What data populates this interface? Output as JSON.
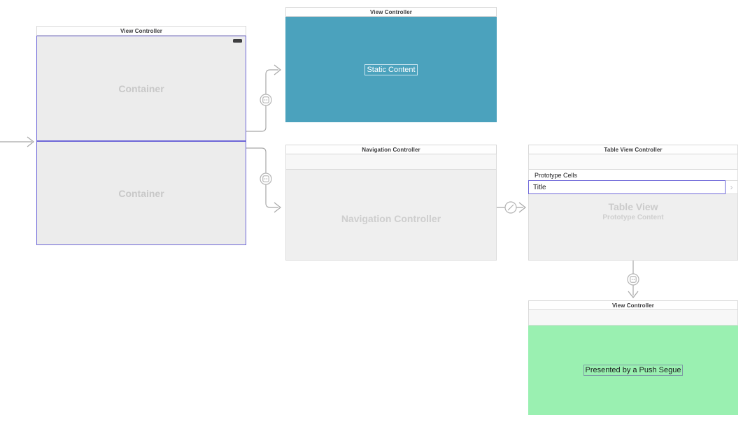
{
  "colors": {
    "selection_purple": "#6d66d8",
    "teal_view_bg": "#4ba2bd",
    "green_view_bg": "#9af0b1",
    "connection_line": "#a8a8a8",
    "ghost_text": "#c8c8c8",
    "canvas_bg": "#ffffff"
  },
  "icons": {
    "battery_icon": "battery",
    "embed_segue_icon": "embed",
    "push_segue_icon": "push",
    "disclosure_chevron": "›",
    "initial_vc_arrow": "initial-view-controller-arrow"
  },
  "scenes": {
    "container_vc": {
      "title": "View Controller",
      "top_container_label": "Container",
      "bottom_container_label": "Container"
    },
    "static_vc": {
      "title": "View Controller",
      "content_label": "Static Content"
    },
    "nav_controller": {
      "title": "Navigation Controller",
      "ghost_label": "Navigation Controller"
    },
    "table_vc": {
      "title": "Table View Controller",
      "section_header": "Prototype Cells",
      "cell_title": "Title",
      "ghost_title": "Table View",
      "ghost_subtitle": "Prototype Content"
    },
    "push_vc": {
      "title": "View Controller",
      "content_label": "Presented by a Push Segue"
    }
  }
}
